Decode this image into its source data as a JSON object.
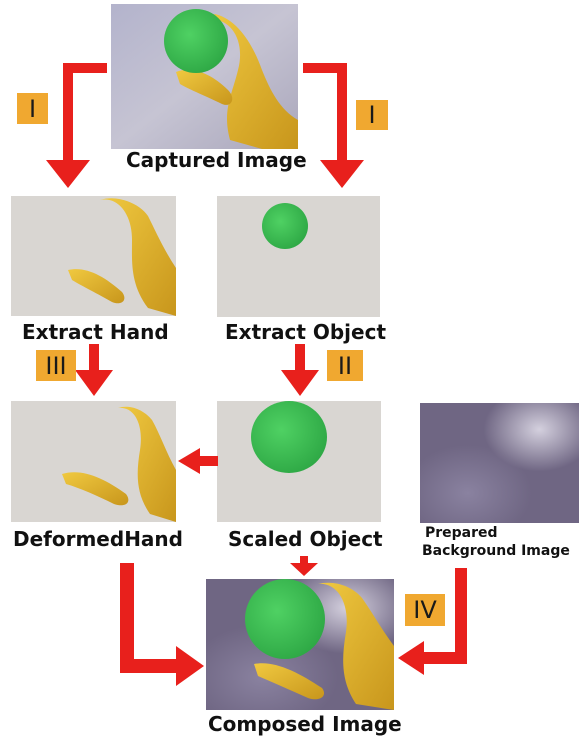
{
  "labels": {
    "captured": "Captured Image",
    "extract_hand": "Extract Hand",
    "extract_object": "Extract Object",
    "deformed_hand": "DeformedHand",
    "scaled_object": "Scaled Object",
    "prepared_bg_line1": "Prepared",
    "prepared_bg_line2": "Background Image",
    "composed": "Composed Image"
  },
  "steps": {
    "left_top": "I",
    "right_top": "I",
    "scale": "II",
    "deform": "III",
    "compose": "IV"
  },
  "colors": {
    "arrow": "#e8201c",
    "badge": "#f0a830",
    "object_green": "#3fbf55",
    "hand_yellow": "#e2b52a",
    "background_purple": "#6f6683",
    "panel_gray": "#d9d6d2"
  }
}
